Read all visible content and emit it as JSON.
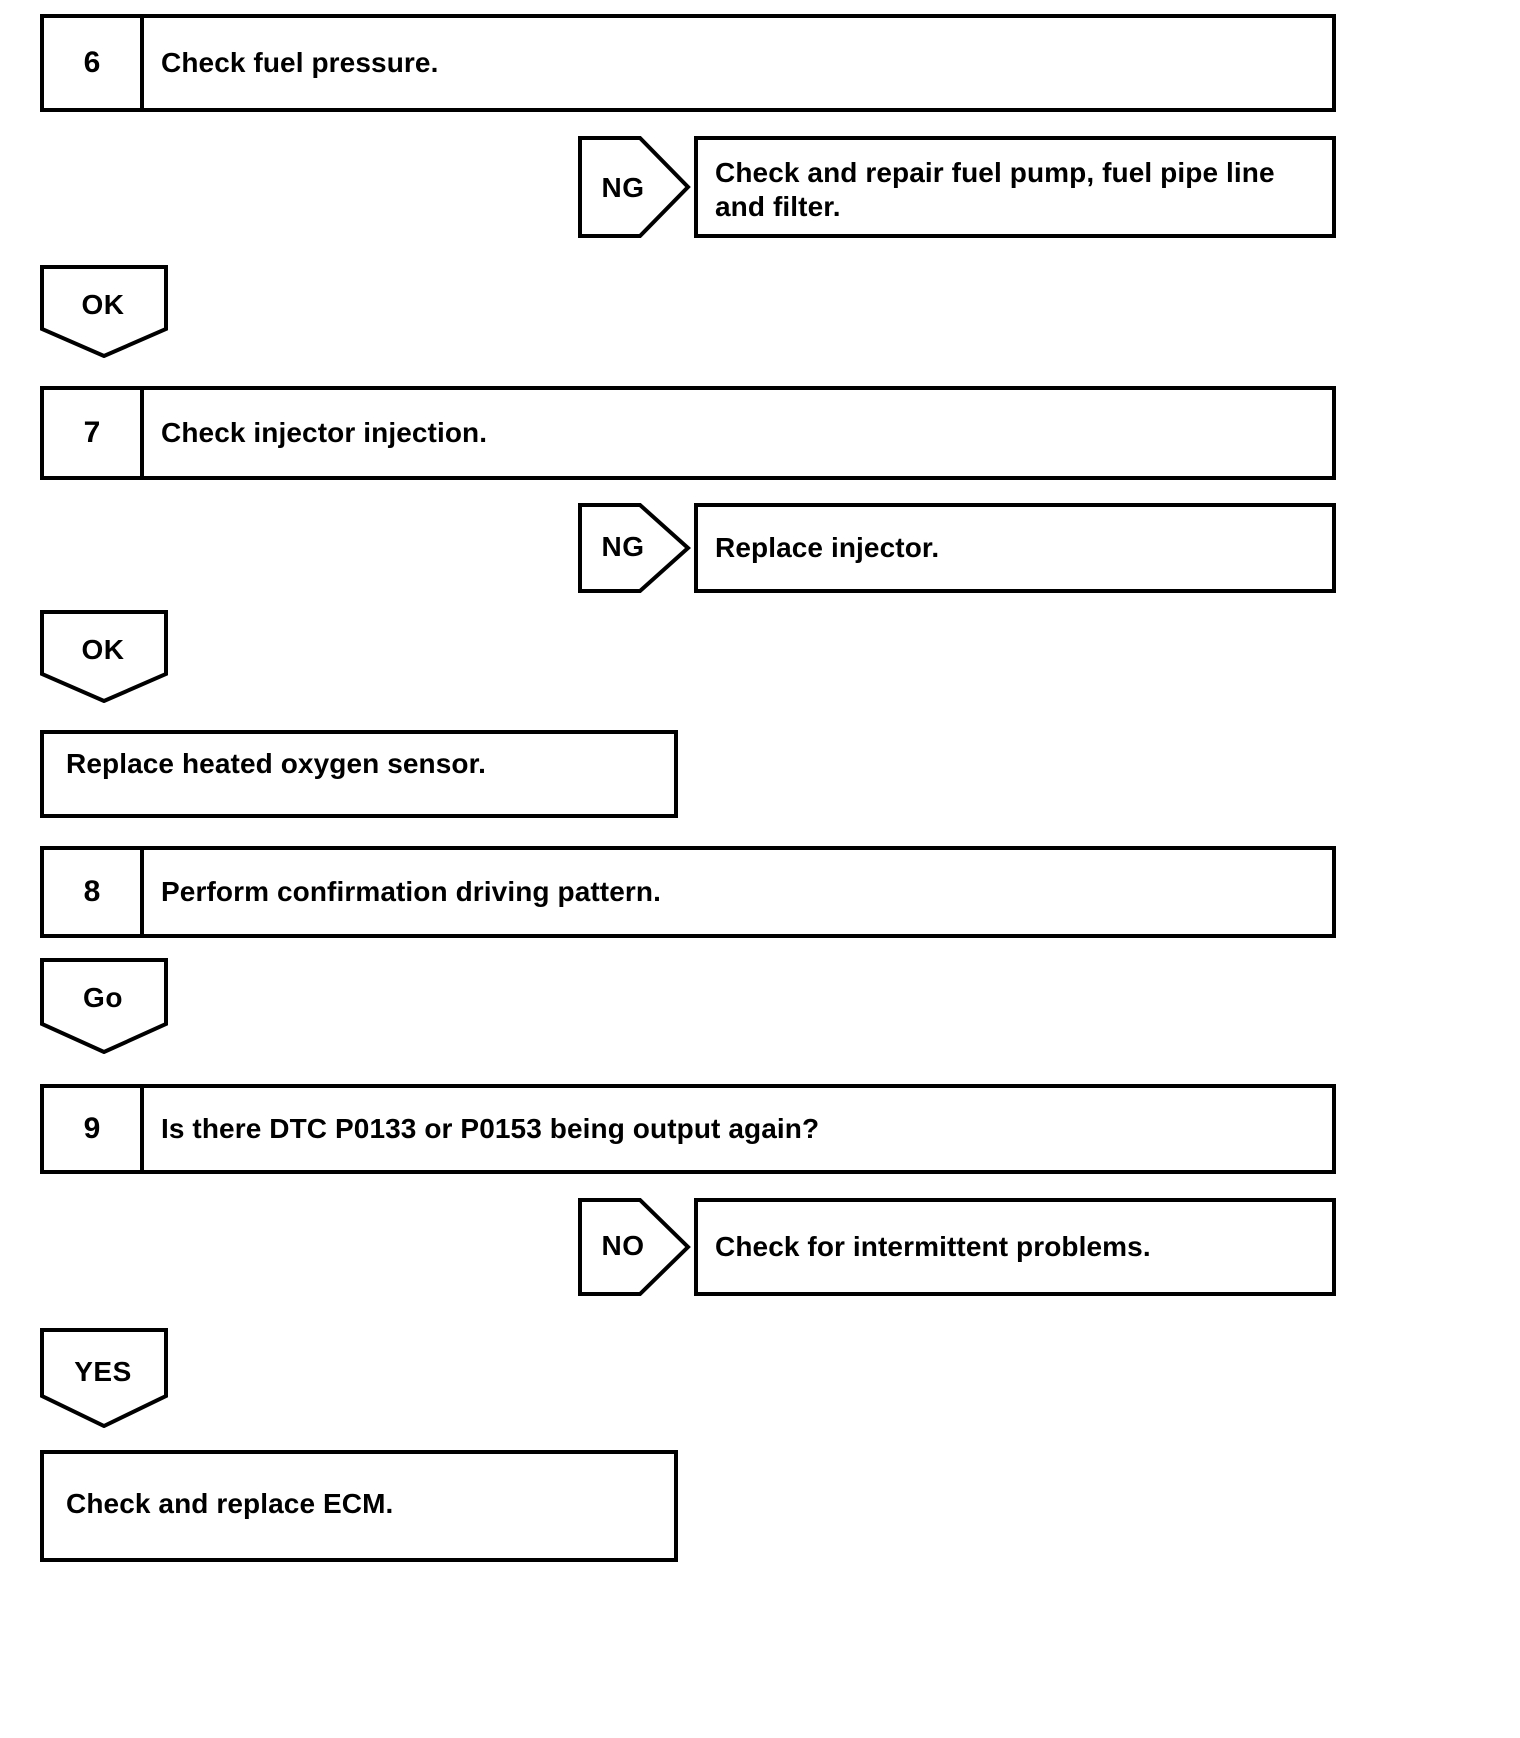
{
  "document": {
    "kind": "diagnostic-flowchart",
    "ink_color": "#000000",
    "background_color": "#ffffff"
  },
  "steps": [
    {
      "number": "6",
      "text": "Check fuel pressure.",
      "branch": {
        "label": "NG",
        "text": "Check and repair fuel pump, fuel pipe line and filter."
      },
      "continue": {
        "label": "OK"
      }
    },
    {
      "number": "7",
      "text": "Check injector injection.",
      "branch": {
        "label": "NG",
        "text": "Replace injector."
      },
      "continue": {
        "label": "OK"
      }
    },
    {
      "number": "8",
      "text": "Perform confirmation driving pattern.",
      "branch": null,
      "continue": {
        "label": "Go"
      }
    },
    {
      "number": "9",
      "text": "Is there DTC P0133 or P0153 being output again?",
      "branch": {
        "label": "NO",
        "text": "Check for intermittent problems."
      },
      "continue": {
        "label": "YES"
      }
    }
  ],
  "actions": [
    {
      "text": "Replace heated oxygen sensor."
    },
    {
      "text": "Check and replace ECM."
    }
  ]
}
